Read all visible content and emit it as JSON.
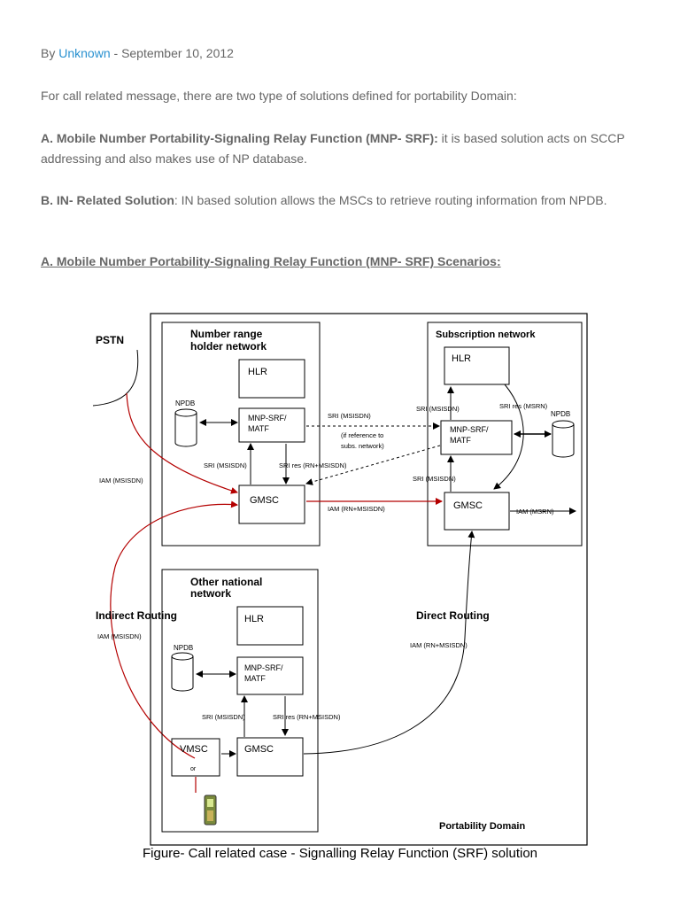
{
  "post": {
    "by_prefix": "By",
    "author": "Unknown",
    "date_sep": "-",
    "date": "September 10, 2012",
    "intro": "For call related message, there are two type of solutions defined for portability Domain:",
    "sol_a_title": "A. Mobile Number Portability-Signaling Relay Function (MNP- SRF):",
    "sol_a_text": " it is based solution acts on SCCP addressing and also makes use of NP database.",
    "sol_b_title": "B. IN- Related Solution",
    "sol_b_text": ": IN based solution allows the MSCs to retrieve routing information from NPDB.",
    "scenarios_heading": "A. Mobile Number Portability-Signaling Relay Function (MNP- SRF) Scenarios:"
  },
  "diagram": {
    "pstn": "PSTN",
    "nr_title_1": "Number range",
    "nr_title_2": "holder network",
    "sub_title": "Subscription network",
    "onn_title_1": "Other national",
    "onn_title_2": "network",
    "hlr": "HLR",
    "npdb": "NPDB",
    "mnp_1": "MNP-SRF/",
    "mnp_2": "MATF",
    "gmsc": "GMSC",
    "vmsc": "VMSC",
    "or": "or",
    "sri_msisdn": "SRI (MSISDN)",
    "sri_res_rn": "SRI res (RN+MSISDN)",
    "sri_res_msrn": "SRI res (MSRN)",
    "ref_1": "(if reference to",
    "ref_2": "subs. network)",
    "iam_msisdn": "IAM (MSISDN)",
    "iam_rn_msisdn": "IAM (RN+MSISDN)",
    "iam_msrn": "IAM (MSRN)",
    "indirect": "Indirect Routing",
    "direct": "Direct Routing",
    "portability_domain": "Portability Domain"
  },
  "caption": "Figure- Call related case - Signalling Relay Function (SRF) solution",
  "colors": {
    "link": "#2a91d0",
    "text": "#666666",
    "red_line": "#b40000"
  }
}
